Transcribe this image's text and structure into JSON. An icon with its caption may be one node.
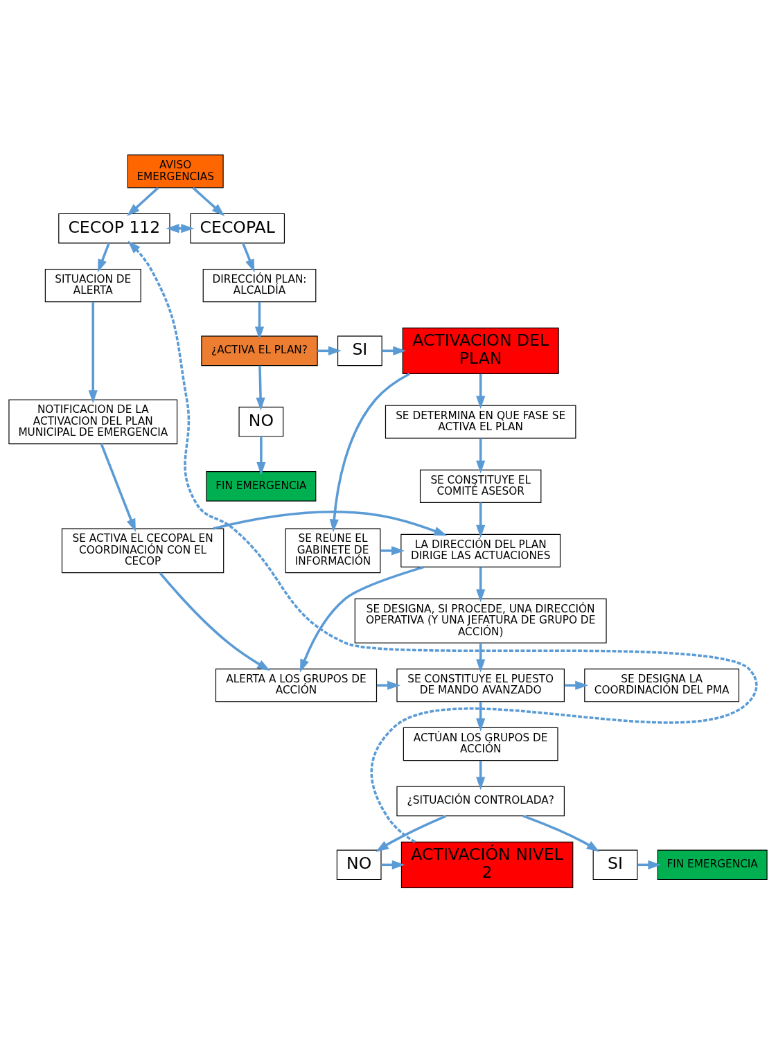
{
  "diagram": {
    "nodes": [
      {
        "text": [
          "AVISO EMERGENCIAS"
        ]
      },
      {
        "text": [
          "CECOP 112"
        ]
      },
      {
        "text": [
          "CECOPAL"
        ]
      },
      {
        "text": [
          "SITUACION DE ALERTA"
        ]
      },
      {
        "text": [
          "DIRECCIÓN PLAN: ALCALDÍA"
        ]
      },
      {
        "text": [
          "ACTIVACION DEL PLAN"
        ]
      },
      {
        "text": [
          "SI"
        ]
      },
      {
        "text": [
          "¿ACTIVA EL PLAN?"
        ]
      },
      {
        "text": [
          "NOTIFICACION DE LA ACTIVACION DEL PLAN MUNICIPAL DE EMERGENCIA"
        ]
      },
      {
        "text": [
          "SE DETERMINA EN QUE FASE SE ACTIVA EL PLAN"
        ]
      },
      {
        "text": [
          "NO"
        ]
      },
      {
        "text": [
          "FIN EMERGENCIA"
        ]
      },
      {
        "text": [
          "SE CONSTITUYE EL COMITÉ ASESOR"
        ]
      },
      {
        "text": [
          "SE ACTIVA EL CECOPAL EN COORDINACIÓN CON EL CECOP"
        ]
      },
      {
        "text": [
          "LA DIRECCIÓN DEL PLAN DIRIGE LAS ACTUACIONES"
        ]
      },
      {
        "text": [
          "SE REUNE EL GABINETE DE INFORMACIÓN"
        ]
      },
      {
        "text": [
          "SE DESIGNA, SI PROCEDE, UNA DIRECCIÓN OPERATIVA (Y UNA JEFATURA DE GRUPO DE ACCIÓN)"
        ]
      },
      {
        "text": [
          "ALERTA A LOS GRUPOS DE ACCIÓN"
        ]
      },
      {
        "text": [
          "SE CONSTITUYE EL PUESTO DE MANDO AVANZADO"
        ]
      },
      {
        "text": [
          "SE DESIGNA LA COORDINACIÓN DEL PMA"
        ]
      },
      {
        "text": [
          "ACTÚAN LOS GRUPOS DE ACCIÓN"
        ]
      },
      {
        "text": [
          "¿SITUACIÓN CONTROLADA?"
        ]
      },
      {
        "text": [
          "ACTIVACIÓN NIVEL 2"
        ]
      },
      {
        "text": [
          "NO"
        ]
      },
      {
        "text": [
          "SI"
        ]
      },
      {
        "text": [
          "FIN EMERGENCIA"
        ]
      }
    ],
    "edges": [
      {
        "from": 0,
        "to": 1,
        "arrow": "to"
      },
      {
        "from": 0,
        "to": 2,
        "arrow": "to"
      },
      {
        "from": 1,
        "to": 2,
        "arrow": "both"
      },
      {
        "from": 1,
        "to": 3,
        "arrow": "to"
      },
      {
        "from": 2,
        "to": 4,
        "arrow": "to"
      },
      {
        "from": 3,
        "to": 8,
        "arrow": "to"
      },
      {
        "from": 4,
        "to": 7,
        "arrow": "to"
      },
      {
        "from": 7,
        "to": 6,
        "arrow": "to"
      },
      {
        "from": 6,
        "to": 5,
        "arrow": "to"
      },
      {
        "from": 7,
        "to": 10,
        "arrow": "to"
      },
      {
        "from": 10,
        "to": 11,
        "arrow": "to"
      },
      {
        "from": 5,
        "to": 9,
        "arrow": "to"
      },
      {
        "from": 5,
        "to": 15,
        "arrow": "to"
      },
      {
        "from": 9,
        "to": 12,
        "arrow": "to"
      },
      {
        "from": 12,
        "to": 14,
        "arrow": "to"
      },
      {
        "from": 8,
        "to": 13,
        "arrow": "to"
      },
      {
        "from": 13,
        "to": 14,
        "arrow": "to"
      },
      {
        "from": 15,
        "to": 14,
        "arrow": "to"
      },
      {
        "from": 14,
        "to": 16,
        "arrow": "to"
      },
      {
        "from": 14,
        "to": 17,
        "arrow": "to"
      },
      {
        "from": 13,
        "to": 17,
        "arrow": "to"
      },
      {
        "from": 17,
        "to": 18,
        "arrow": "to"
      },
      {
        "from": 16,
        "to": 18,
        "arrow": "to"
      },
      {
        "from": 18,
        "to": 19,
        "arrow": "to"
      },
      {
        "from": 18,
        "to": 20,
        "arrow": "to"
      },
      {
        "from": 20,
        "to": 21,
        "arrow": "to"
      },
      {
        "from": 21,
        "to": 23,
        "arrow": "to"
      },
      {
        "from": 23,
        "to": 22,
        "arrow": "to"
      },
      {
        "from": 21,
        "to": 24,
        "arrow": "to"
      },
      {
        "from": 24,
        "to": 25,
        "arrow": "to"
      },
      {
        "from": 22,
        "to": 1,
        "arrow": "to",
        "style": "dashed"
      }
    ]
  }
}
